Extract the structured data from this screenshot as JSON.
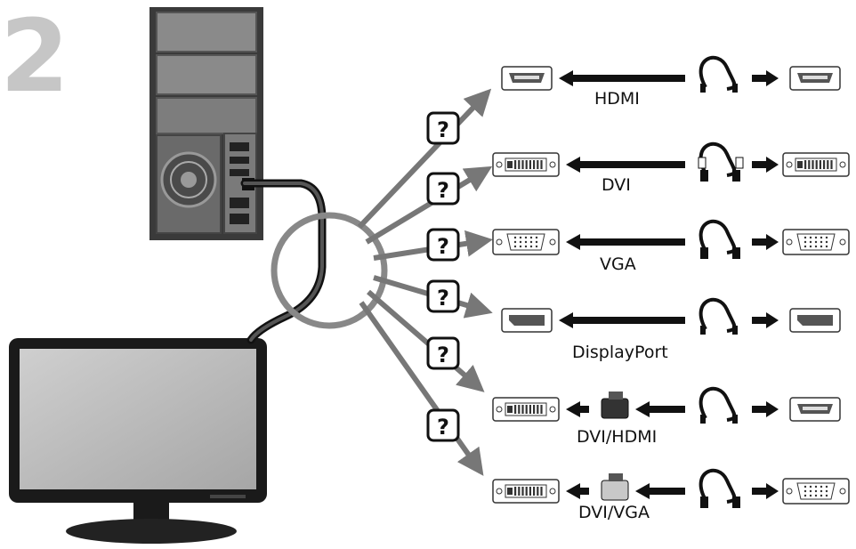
{
  "step_number": "2",
  "question_mark": "?",
  "connectors": [
    {
      "id": "hdmi",
      "label": "HDMI",
      "left_port": "hdmi",
      "cable": "hdmi",
      "right_port": "hdmi",
      "adapter": null
    },
    {
      "id": "dvi",
      "label": "DVI",
      "left_port": "dvi",
      "cable": "dvi",
      "right_port": "dvi",
      "adapter": null
    },
    {
      "id": "vga",
      "label": "VGA",
      "left_port": "vga",
      "cable": "vga",
      "right_port": "vga",
      "adapter": null
    },
    {
      "id": "displayport",
      "label": "DisplayPort",
      "left_port": "displayport",
      "cable": "displayport",
      "right_port": "displayport",
      "adapter": null
    },
    {
      "id": "dvi-hdmi",
      "label": "DVI/HDMI",
      "left_port": "dvi",
      "cable": "hdmi",
      "right_port": "hdmi",
      "adapter": "dvi-hdmi-adapter"
    },
    {
      "id": "dvi-vga",
      "label": "DVI/VGA",
      "left_port": "dvi",
      "cable": "vga",
      "right_port": "vga",
      "adapter": "dvi-vga-adapter"
    }
  ],
  "colors": {
    "arrow": "#777777",
    "line": "#111111",
    "tower": "#3a3a3a",
    "panel": "#8a8a8a",
    "monitor_bezel": "#1a1a1a",
    "screen": "#bdbdbd",
    "step": "#c6c6c6"
  }
}
